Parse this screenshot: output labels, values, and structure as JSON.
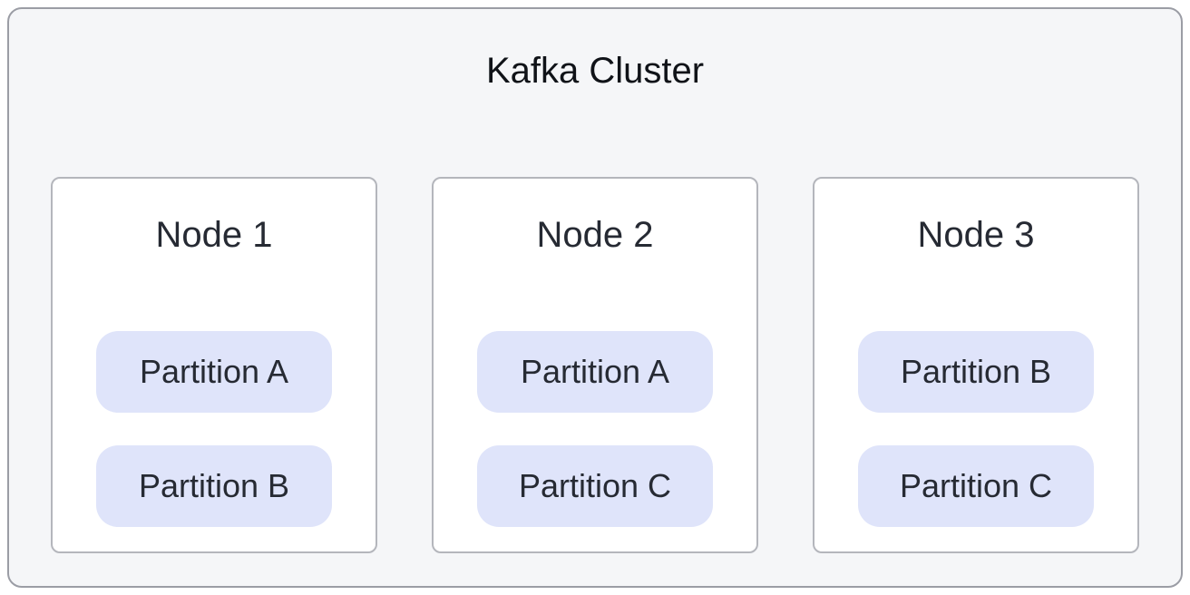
{
  "diagram": {
    "title": "Kafka Cluster",
    "nodes": [
      {
        "label": "Node 1",
        "partitions": [
          "Partition A",
          "Partition B"
        ]
      },
      {
        "label": "Node 2",
        "partitions": [
          "Partition A",
          "Partition C"
        ]
      },
      {
        "label": "Node 3",
        "partitions": [
          "Partition B",
          "Partition C"
        ]
      }
    ],
    "colors": {
      "container_bg": "#f5f6f8",
      "container_border": "#9b9da5",
      "node_bg": "#ffffff",
      "node_border": "#b4b6bc",
      "partition_bg": "#dfe4fa",
      "title_color": "#101318",
      "node_text": "#262a33"
    }
  }
}
